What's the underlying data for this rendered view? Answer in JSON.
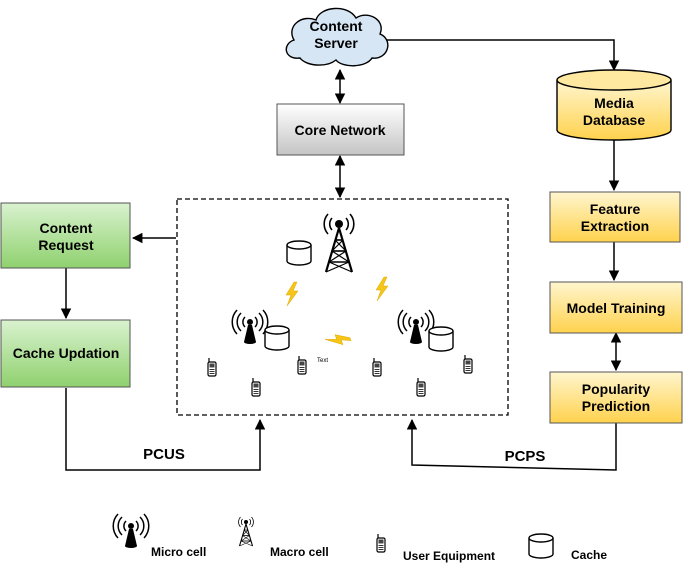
{
  "nodes": {
    "content_server": {
      "line1": "Content",
      "line2": "Server"
    },
    "core_network": "Core Network",
    "media_database": {
      "line1": "Media",
      "line2": "Database"
    },
    "feature_extraction": {
      "line1": "Feature",
      "line2": "Extraction"
    },
    "model_training": "Model Training",
    "popularity_prediction": {
      "line1": "Popularity",
      "line2": "Prediction"
    },
    "content_request": {
      "line1": "Content",
      "line2": "Request"
    },
    "cache_updation": "Cache Updation"
  },
  "edge_labels": {
    "pcus": "PCUS",
    "pcps": "PCPS"
  },
  "network_text": "Text",
  "legend": {
    "micro_cell": "Micro cell",
    "macro_cell": "Macro cell",
    "user_equipment": "User Equipment",
    "cache": "Cache"
  },
  "colors": {
    "green_top": "#d9f2cf",
    "green_bottom": "#8fd16e",
    "yellow_top": "#fff6cf",
    "yellow_bottom": "#ffd24d",
    "gray_top": "#ffffff",
    "gray_bottom": "#c4c4c4",
    "cloud": "#d6e6f5",
    "bolt": "#f5c518"
  }
}
